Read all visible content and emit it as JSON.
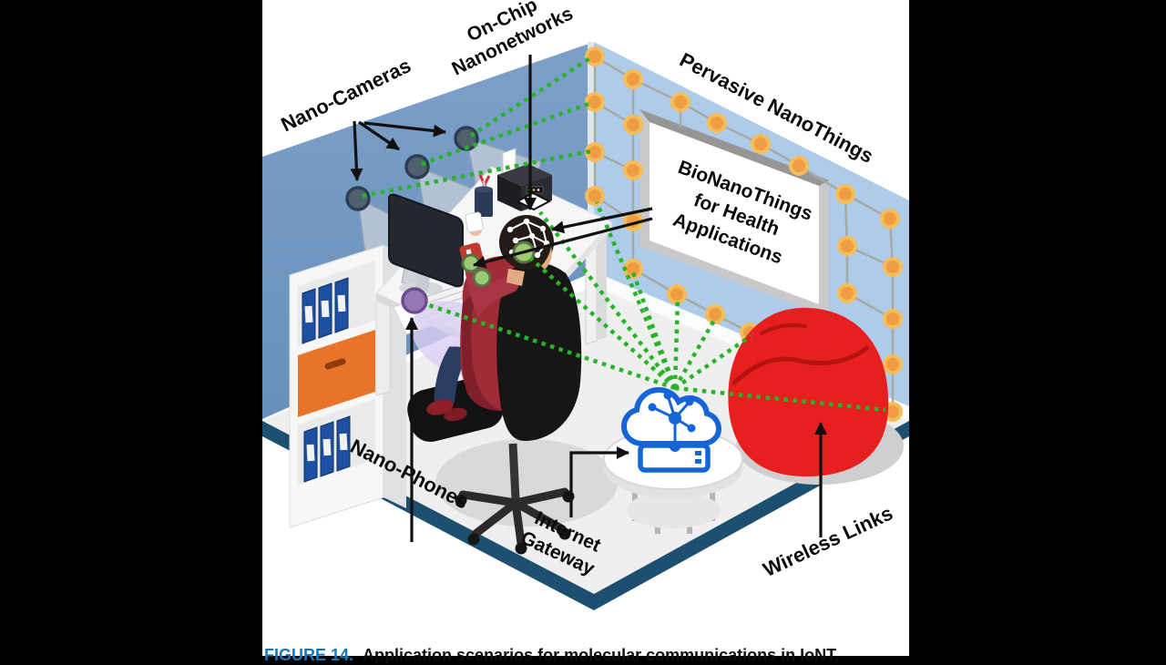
{
  "figure": {
    "caption_tag": "FIGURE 14.",
    "caption_text": "Application scenarios for molecular communications in IoNT."
  },
  "labels": {
    "nano_cameras": "Nano-Cameras",
    "on_chip_line1": "On-Chip",
    "on_chip_line2": "Nanonetworks",
    "pervasive_nanothings": "Pervasive NanoThings",
    "bionano_line1": "BioNanoThings",
    "bionano_line2": "for Health",
    "bionano_line3": "Applications",
    "nano_phones": "Nano-Phones",
    "gateway_line1": "Internet",
    "gateway_line2": "Gateway",
    "wireless_links": "Wireless Links"
  },
  "icons": [
    "nano-camera-icon",
    "camera-field-of-view-cone",
    "nanothing-node-icon",
    "brain-nanonetwork-icon",
    "bio-sensor-dot-icon",
    "nano-phone-dot-icon",
    "cloud-network-icon",
    "router-icon",
    "printer-icon",
    "wireless-dotted-link"
  ],
  "colors": {
    "left-wall": "#6f97c1",
    "right-wall": "#aeccea",
    "mesh": "#a9a9a3",
    "node-fill": "#ef9d45",
    "node-ring": "#f6bd57",
    "link-green": "#28b428",
    "floor": "#efefef",
    "floor-border": "#1d4f70",
    "gateway-blue": "#1565d6",
    "beanbag-red": "#e81f1f",
    "hoodie-red": "#9e2b36",
    "phone-purple": "#9577b5",
    "bio-green": "#9bca74",
    "caption-blue": "#1878b4"
  }
}
